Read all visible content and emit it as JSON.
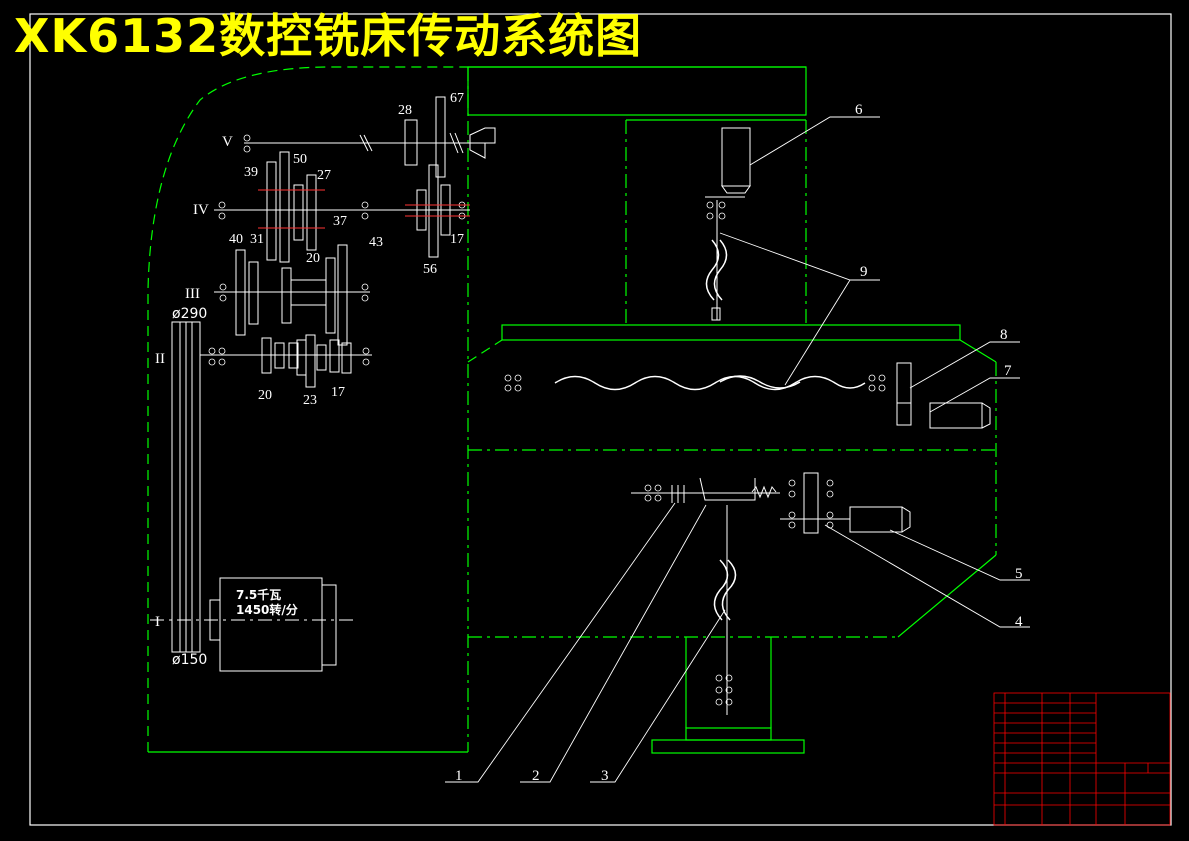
{
  "title": "XK6132数控铣床传动系统图",
  "colors": {
    "background": "#000000",
    "frame": "#ffffff",
    "housing": "#00ff00",
    "shafts": "#ffffff",
    "title": "#ffff00",
    "titleblock": "#ff0000",
    "marks": "#ff3333"
  },
  "shafts": {
    "I": "I",
    "II": "II",
    "III": "III",
    "IV": "IV",
    "V": "V"
  },
  "gears": {
    "g28": "28",
    "g67": "67",
    "g39": "39",
    "g50": "50",
    "g27": "27",
    "g37": "37",
    "g40": "40",
    "g31": "31",
    "g20a": "20",
    "g43": "43",
    "g17a": "17",
    "g56": "56",
    "g20b": "20",
    "g23": "23",
    "g17b": "17"
  },
  "pulleys": {
    "top": "ø290",
    "bottom": "ø150"
  },
  "motor": {
    "power": "7.5千瓦",
    "speed": "1450转/分"
  },
  "callouts": {
    "c1": "1",
    "c2": "2",
    "c3": "3",
    "c4": "4",
    "c5": "5",
    "c6": "6",
    "c7": "7",
    "c8": "8",
    "c9": "9"
  }
}
